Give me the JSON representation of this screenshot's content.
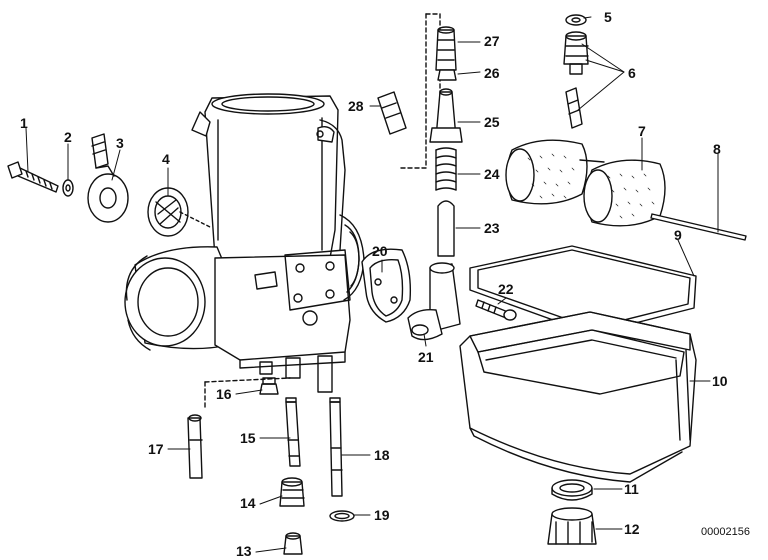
{
  "diagram": {
    "document_number": "00002156",
    "callouts": [
      "1",
      "2",
      "3",
      "4",
      "5",
      "6",
      "7",
      "8",
      "9",
      "10",
      "11",
      "12",
      "13",
      "14",
      "15",
      "16",
      "17",
      "18",
      "19",
      "20",
      "21",
      "22",
      "23",
      "24",
      "25",
      "26",
      "27",
      "28"
    ]
  }
}
